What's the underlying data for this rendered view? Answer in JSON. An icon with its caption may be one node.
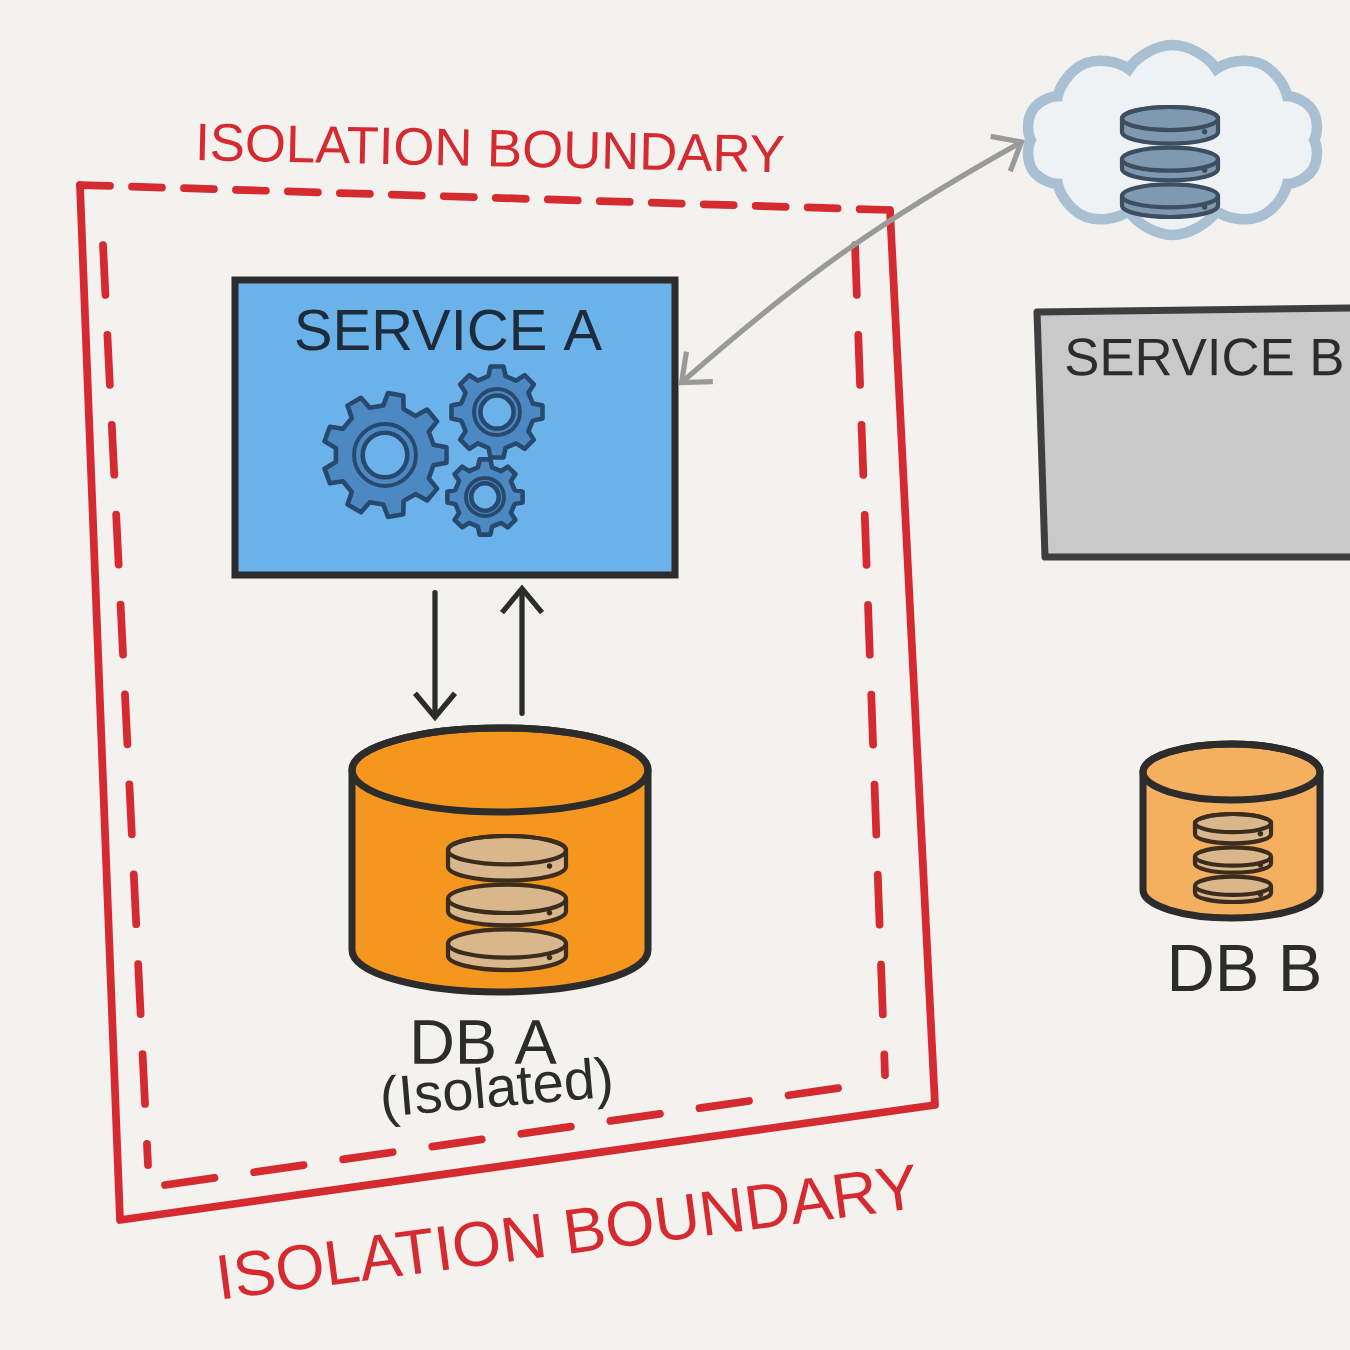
{
  "diagram": {
    "nodes": [
      {
        "text": [
          "ISOLATION BOUNDARY",
          "ISOLATION BOUNDARY"
        ]
      },
      {
        "text": [
          "SERVICE A"
        ],
        "in": 0
      },
      {
        "text": [
          "DB A",
          "(Isolated)"
        ],
        "in": 0
      },
      {
        "text": [],
        "shape": "cloud"
      },
      {
        "text": [
          "SERVICE B"
        ]
      },
      {
        "text": [
          "DB B"
        ]
      }
    ],
    "edges": [
      {
        "from": 3,
        "to": 1,
        "arrow": "both",
        "color": "#9a9a9a"
      },
      {
        "from": 1,
        "to": 2,
        "arrow": "to"
      },
      {
        "from": 2,
        "to": 1,
        "arrow": "to"
      }
    ]
  }
}
